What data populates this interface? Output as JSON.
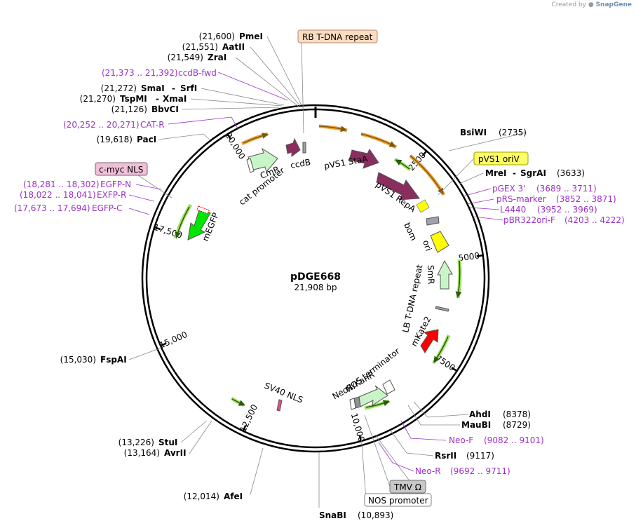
{
  "credit": {
    "prefix": "Created by",
    "brand": "SnapGene"
  },
  "plasmid": {
    "name": "pDGE668",
    "length_text": "21,908 bp",
    "length": 21908,
    "ticks": [
      {
        "pos": 2500,
        "label": "2500"
      },
      {
        "pos": 5000,
        "label": "5000"
      },
      {
        "pos": 7500,
        "label": "7500"
      },
      {
        "pos": 10000,
        "label": "10,000"
      },
      {
        "pos": 12500,
        "label": "12,500"
      },
      {
        "pos": 15000,
        "label": "15,000"
      },
      {
        "pos": 17500,
        "label": "17,500"
      },
      {
        "pos": 20000,
        "label": "20,000"
      }
    ]
  },
  "colors": {
    "backbone": "#000000",
    "primer": "#9b30c9",
    "maroon": "#8b2d5e",
    "green_fp": "#00e600",
    "red_fp": "#ff0000",
    "yellow": "#ffff00",
    "pale_green": "#c8f5c8",
    "orange_line": "#f0a030",
    "olive": "#7a8a10"
  },
  "features": [
    {
      "id": "pvs1-stab",
      "label": "pVS1 StaA",
      "color": "#8b2d5e"
    },
    {
      "id": "pvs1-repa",
      "label": "pVS1 RepA",
      "color": "#8b2d5e"
    },
    {
      "id": "ccdb",
      "label": "ccdB",
      "color": "#8b2d5e"
    },
    {
      "id": "cmr",
      "label": "CmR",
      "color": "#c8f5c8"
    },
    {
      "id": "cat-promoter",
      "label": "cat promoter",
      "color": "#ffffff"
    },
    {
      "id": "megfp",
      "label": "mEGFP",
      "color": "#00e600"
    },
    {
      "id": "bom",
      "label": "bom",
      "color": "#a0a0a0"
    },
    {
      "id": "ori",
      "label": "ori",
      "color": "#ffff00"
    },
    {
      "id": "smr",
      "label": "SmR",
      "color": "#c8f5c8"
    },
    {
      "id": "lb-tdna",
      "label": "LB T-DNA repeat",
      "color": "#a0a0a0"
    },
    {
      "id": "mkate2",
      "label": "mKate2",
      "color": "#ff0000"
    },
    {
      "id": "nos-terminator",
      "label": "NOS terminator",
      "color": "#ffffff"
    },
    {
      "id": "neor-kanr",
      "label": "NeoR/KanR",
      "color": "#c8f5c8"
    },
    {
      "id": "sv40-nls",
      "label": "SV40 NLS",
      "color": "#e0508a"
    }
  ],
  "boxed_labels": [
    {
      "id": "rb-tdna",
      "text": "RB T-DNA repeat",
      "fill": "#fbdcc0",
      "stroke": "#b08a70"
    },
    {
      "id": "pvs1-oriv",
      "text": "pVS1 oriV",
      "fill": "#ffff66",
      "stroke": "#a0a000"
    },
    {
      "id": "cmyc-nls",
      "text": "c-myc NLS",
      "fill": "#f0c0d8",
      "stroke": "#806070"
    },
    {
      "id": "tmv",
      "text": "TMV Ω",
      "fill": "#c8c8c8",
      "stroke": "#707070"
    },
    {
      "id": "nos-promoter",
      "text": "NOS promoter",
      "fill": "#ffffff",
      "stroke": "#808080"
    }
  ],
  "enzymes_left": [
    {
      "pos_text": "(21,600)",
      "name": "PmeI"
    },
    {
      "pos_text": "(21,551)",
      "name": "AatII"
    },
    {
      "pos_text": "(21,549)",
      "name": "ZraI"
    },
    {
      "pos_text": "(21,272)",
      "name": "SmaI",
      "name2": "SrfI"
    },
    {
      "pos_text": "(21,270)",
      "name": "TspMI",
      "name2": "XmaI"
    },
    {
      "pos_text": "(21,126)",
      "name": "BbvCI"
    },
    {
      "pos_text": "(19,618)",
      "name": "PacI"
    },
    {
      "pos_text": "(15,030)",
      "name": "FspAI"
    },
    {
      "pos_text": "(13,226)",
      "name": "StuI"
    },
    {
      "pos_text": "(13,164)",
      "name": "AvrII"
    },
    {
      "pos_text": "(12,014)",
      "name": "AfeI"
    },
    {
      "pos_text": "(10,893)",
      "name": "SnaBI"
    }
  ],
  "enzymes_right": [
    {
      "name": "BsiWI",
      "pos_text": "(2735)"
    },
    {
      "name": "MreI",
      "name2": "SgrAI",
      "pos_text": "(3633)"
    },
    {
      "name": "AhdI",
      "pos_text": "(8378)"
    },
    {
      "name": "MauBI",
      "pos_text": "(8729)"
    },
    {
      "name": "RsrII",
      "pos_text": "(9117)"
    }
  ],
  "primers": [
    {
      "range": "(21,373 .. 21,392)",
      "name": "ccdB-fwd"
    },
    {
      "range": "(20,252 .. 20,271)",
      "name": "CAT-R"
    },
    {
      "range": "(18,281 .. 18,302)",
      "name": "EGFP-N"
    },
    {
      "range": "(18,022 .. 18,041)",
      "name": "EXFP-R"
    },
    {
      "range": "(17,673 .. 17,694)",
      "name": "EGFP-C"
    },
    {
      "name": "pGEX 3'",
      "range": "(3689 .. 3711)"
    },
    {
      "name": "pRS-marker",
      "range": "(3852 .. 3871)"
    },
    {
      "name": "L4440",
      "range": "(3952 .. 3969)"
    },
    {
      "name": "pBR322ori-F",
      "range": "(4203 .. 4222)"
    },
    {
      "name": "Neo-F",
      "range": "(9082 .. 9101)"
    },
    {
      "name": "Neo-R",
      "range": "(9692 .. 9711)"
    }
  ]
}
